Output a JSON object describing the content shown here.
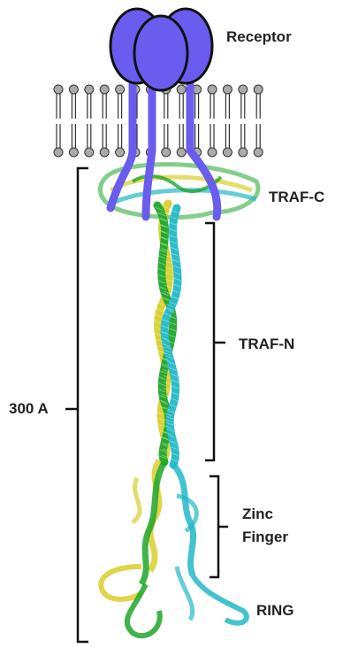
{
  "labels": {
    "receptor": "Receptor",
    "traf_c": "TRAF-C",
    "traf_n": "TRAF-N",
    "zinc_line1": "Zinc",
    "zinc_line2": "Finger",
    "ring": "RING",
    "length": "300 A"
  },
  "colors": {
    "receptor": "#6b5cf0",
    "receptor_outline": "#111111",
    "membrane_head": "#aaaaaa",
    "helix_yellow": "#d9cf2a",
    "helix_green": "#1fa62a",
    "helix_cyan": "#22b8c8",
    "bracket": "#111111"
  },
  "icons": {
    "membrane": "lipid-bilayer-icon",
    "receptor": "trimeric-receptor-icon"
  }
}
